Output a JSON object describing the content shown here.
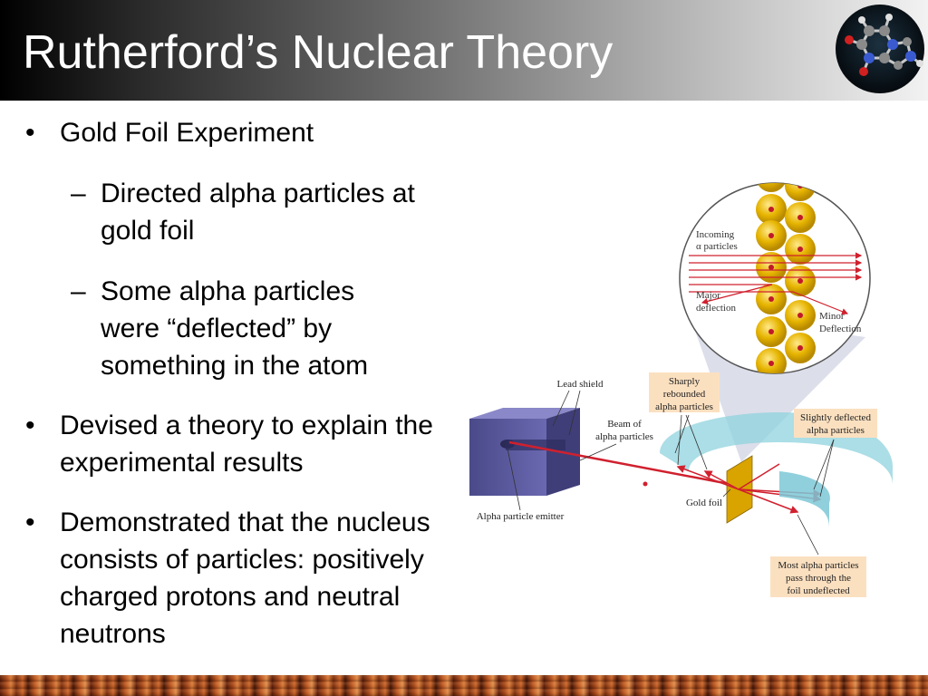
{
  "slide": {
    "title": "Rutherford’s Nuclear Theory",
    "bullets": [
      {
        "marker": "•",
        "text": "Gold Foil Experiment"
      },
      {
        "marker": "–",
        "text": "Directed alpha particles at gold foil"
      },
      {
        "marker": "–",
        "text": "Some alpha particles were “deflected” by something in the atom"
      },
      {
        "marker": "•",
        "text": "Devised a theory to explain the experimental results"
      },
      {
        "marker": "•",
        "text": "Demonstrated that the nucleus consists of particles: positively charged protons and neutral neutrons"
      }
    ],
    "logo_icon": "molecule-icon"
  },
  "figure": {
    "labels": {
      "incoming": "Incoming",
      "alpha_particles": "α particles",
      "major": "Major",
      "deflection": "deflection",
      "minor": "Minor",
      "minor_deflection": "Deflection",
      "lead_shield": "Lead shield",
      "sharply": "Sharply",
      "rebounded": "rebounded",
      "sharply_alpha": "alpha particles",
      "beam_of": "Beam of",
      "beam_alpha": "alpha particles",
      "slightly": "Slightly deflected",
      "slightly_alpha": "alpha particles",
      "gold_foil": "Gold foil",
      "emitter": "Alpha particle emitter",
      "most1": "Most alpha particles",
      "most2": "pass through the",
      "most3": "foil undeflected"
    },
    "colors": {
      "beam": "#d0202e",
      "gold": "#e6b400",
      "lead_box": "#5b5aa0",
      "screen": "#8fd3de",
      "callout_bg": "#fbe0c0"
    }
  }
}
